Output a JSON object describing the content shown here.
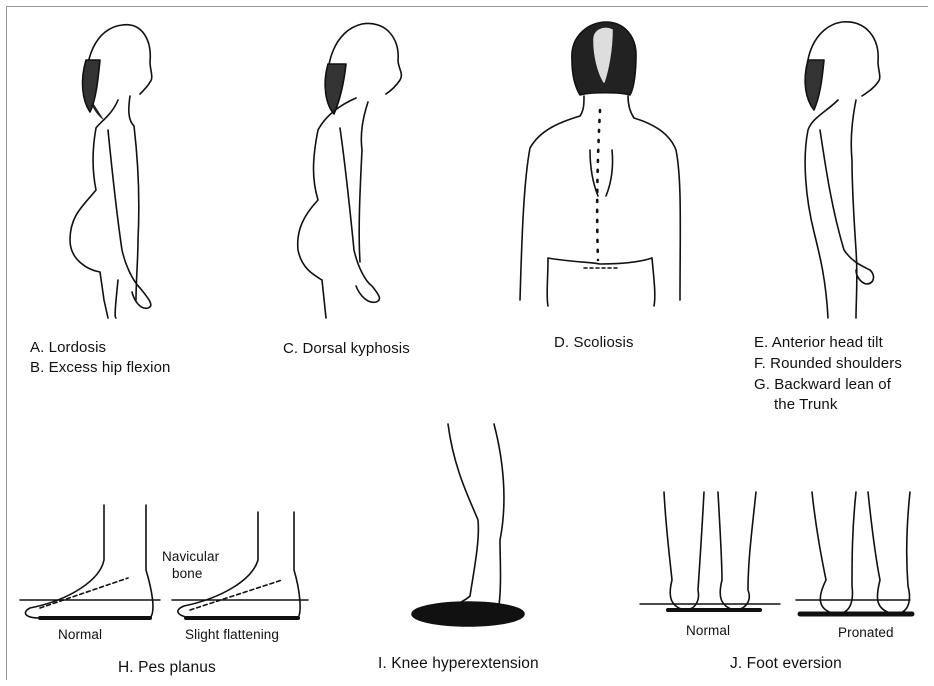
{
  "labels": {
    "a": "A. Lordosis",
    "b": "B. Excess hip flexion",
    "c": "C. Dorsal kyphosis",
    "d": "D. Scoliosis",
    "e": "E. Anterior head tilt",
    "f": "F. Rounded shoulders",
    "g1": "G. Backward lean of",
    "g2": "the Trunk",
    "navicular1": "Navicular",
    "navicular2": "bone",
    "normal_foot": "Normal",
    "slight_flattening": "Slight flattening",
    "h": "H. Pes planus",
    "i": "I. Knee hyperextension",
    "normal_ankles": "Normal",
    "pronated": "Pronated",
    "j": "J. Foot eversion"
  }
}
